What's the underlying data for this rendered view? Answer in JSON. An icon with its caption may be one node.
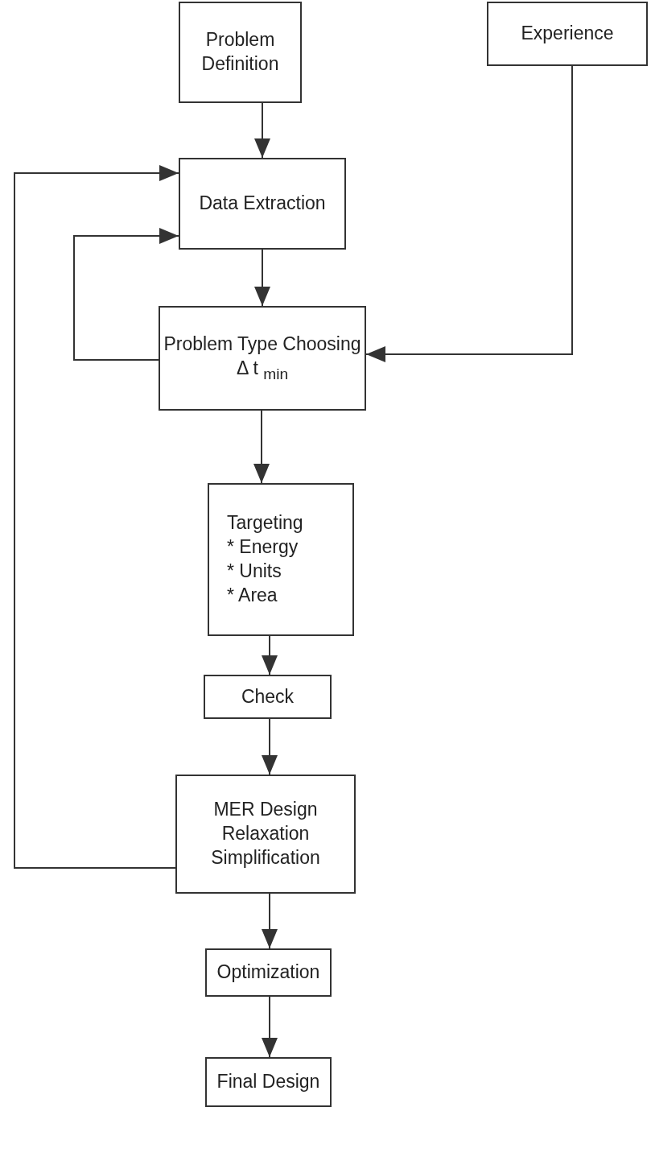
{
  "diagram": {
    "nodes": [
      {
        "text": [
          "Problem Definition"
        ]
      },
      {
        "text": [
          "Experience"
        ]
      },
      {
        "text": [
          "Data Extraction"
        ]
      },
      {
        "text": [
          "Problem Type Choosing Δ t $_{min}$"
        ]
      },
      {
        "text": [
          "Targeting",
          "* Energy",
          "* Units",
          "* Area"
        ]
      },
      {
        "text": [
          "Check"
        ]
      },
      {
        "text": [
          "MER Design Relaxation Simplification"
        ]
      },
      {
        "text": [
          "Optimization"
        ]
      },
      {
        "text": [
          "Final Design"
        ]
      }
    ],
    "edges": [
      {
        "from": 0,
        "to": 2,
        "arrow": "to"
      },
      {
        "from": 6,
        "to": 2,
        "arrow": "to"
      },
      {
        "from": 3,
        "to": 2,
        "arrow": "to"
      },
      {
        "from": 2,
        "to": 3,
        "arrow": "to"
      },
      {
        "from": 1,
        "to": 3,
        "arrow": "to"
      },
      {
        "from": 3,
        "to": 4,
        "arrow": "to"
      },
      {
        "from": 4,
        "to": 5,
        "arrow": "to"
      },
      {
        "from": 5,
        "to": 6,
        "arrow": "to"
      },
      {
        "from": 6,
        "to": 7,
        "arrow": "to"
      },
      {
        "from": 7,
        "to": 8,
        "arrow": "to"
      }
    ]
  }
}
